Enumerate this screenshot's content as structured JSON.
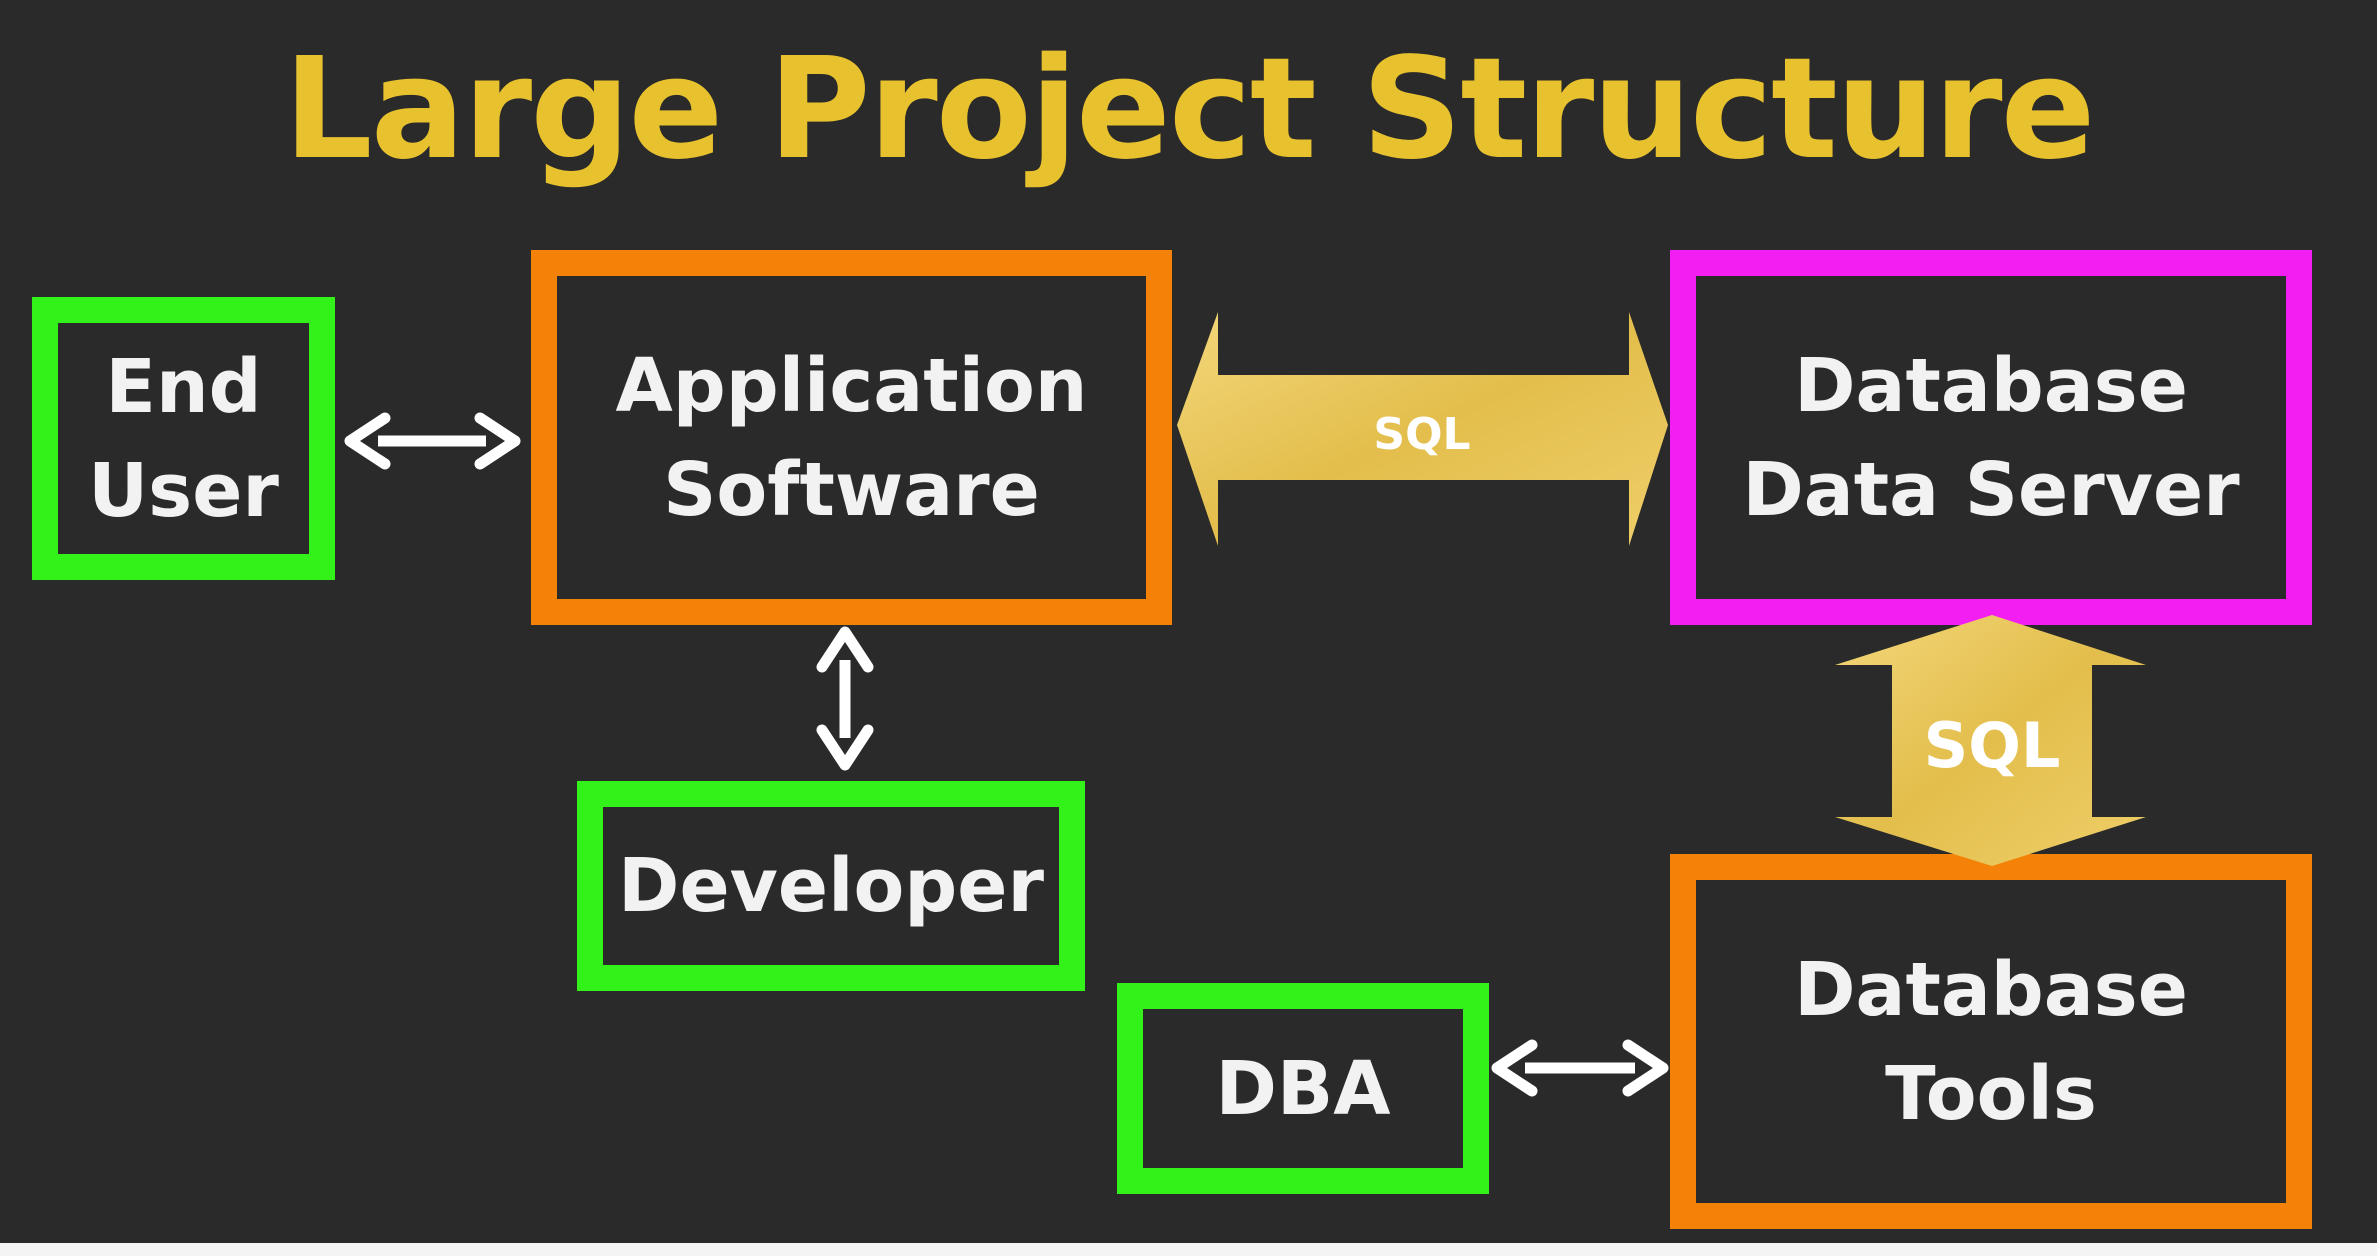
{
  "title": "Large Project Structure",
  "nodes": {
    "end_user": "End\nUser",
    "application_software": "Application\nSoftware",
    "database_data_server": "Database\nData Server",
    "developer": "Developer",
    "dba": "DBA",
    "database_tools": "Database\nTools"
  },
  "connectors": {
    "app_server_label": "SQL",
    "server_tools_label": "SQL"
  },
  "colors": {
    "background": "#2a2a2a",
    "title": "#e8c22e",
    "person_border": "#33f21a",
    "software_border": "#f48208",
    "server_border": "#f21ef2",
    "sql_arrow": "#ebc85a",
    "plain_arrow": "#ffffff",
    "text": "#f2f2f2"
  }
}
